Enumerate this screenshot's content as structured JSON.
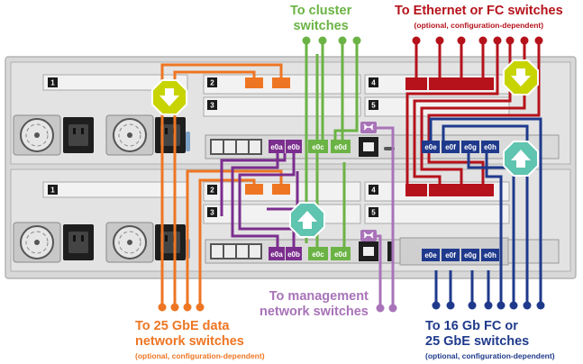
{
  "colors": {
    "orange": "#EE7623",
    "green": "#6BB345",
    "red": "#B5121B",
    "purple": "#7B2E8E",
    "lilac": "#A873B8",
    "navy": "#1F3A8C",
    "chassis": "#D6D6D6",
    "slot": "#ECECEC",
    "port_dark": "#2B2B2B"
  },
  "labels": {
    "cluster": {
      "line1": "To cluster",
      "line2": "switches"
    },
    "ethernet": {
      "line1": "To Ethernet or FC switches",
      "note": "(optional, configuration-dependent)"
    },
    "data25": {
      "line1": "To 25 GbE data",
      "line2": "network switches",
      "note": "(optional, configuration-dependent)"
    },
    "mgmt": {
      "line1": "To management",
      "line2": "network switches"
    },
    "fc16": {
      "line1": "To 16 Gb FC or",
      "line2": "25 GbE switches",
      "note": "(optional, configuration-dependent)"
    }
  },
  "controllers": [
    {
      "slots": [
        "1",
        "2",
        "3",
        "4",
        "5"
      ],
      "ports": [
        "e0a",
        "e0b",
        "e0c",
        "e0d"
      ],
      "mezz_ports": [
        "e0e",
        "e0f",
        "e0g",
        "e0h"
      ]
    },
    {
      "slots": [
        "1",
        "2",
        "3",
        "4",
        "5"
      ],
      "ports": [
        "e0a",
        "e0b",
        "e0c",
        "e0d"
      ],
      "mezz_ports": [
        "e0e",
        "e0f",
        "e0g",
        "e0h"
      ]
    }
  ],
  "icons": [
    "arrow-down-icon",
    "arrow-up-icon",
    "arrow-up-icon",
    "arrow-down-icon",
    "wrench-icon",
    "wrench-icon"
  ]
}
